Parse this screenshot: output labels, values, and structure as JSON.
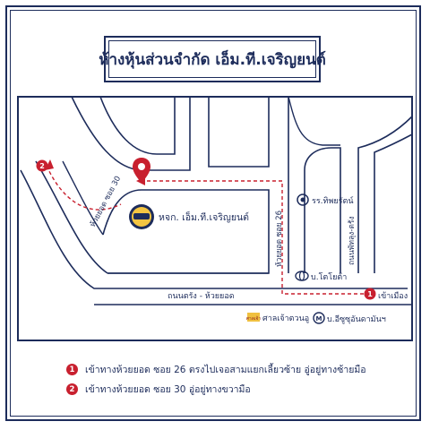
{
  "title": "ห้างหุ้นส่วนจำกัด เอ็ม.ที.เจริญยนต์",
  "map": {
    "company_label": "หจก. เอ็ม.ที.เจริญยนต์",
    "school_label": "รร.ทิพยรัตน์",
    "toyota_label": "บ.โตโยต้า",
    "shrine_icon_text": "ศาลเจ้า",
    "shrine_label": "ศาลเจ้าตวนอู",
    "isuzu_label": "บ.อีซูซุอันดามันฯ",
    "road_soi30": "ห้วยยอด ซอย 30",
    "road_soi26": "ห้วยยอด ซอย 26",
    "road_main": "ถนนตรัง - ห้วยยอด",
    "road_right": "ถนนพัทลุง-ตรัง",
    "entry_label": "เข้าเมือง",
    "marker1": "1",
    "marker2": "2",
    "colors": {
      "navy": "#1d2c5b",
      "route_red": "#c8202f"
    }
  },
  "legend": [
    {
      "num": "1",
      "text": "เข้าทางห้วยยอด ซอย 26 ตรงไปเจอสามแยกเลี้ยวซ้าย อู่อยู่ทางซ้ายมือ"
    },
    {
      "num": "2",
      "text": "เข้าทางห้วยยอด ซอย 30 อู่อยู่ทางขวามือ"
    }
  ]
}
